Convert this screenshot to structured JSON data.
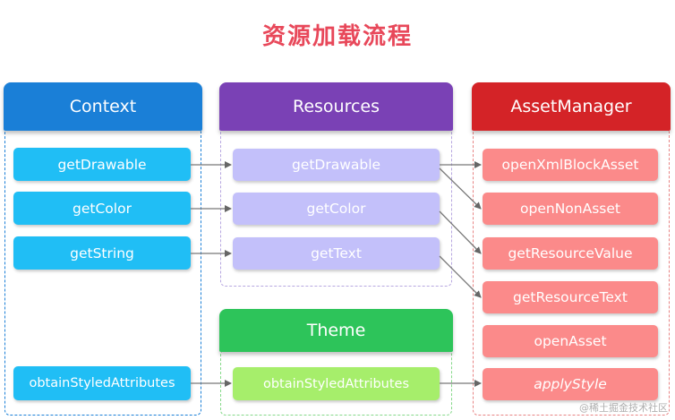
{
  "title": "资源加载流程",
  "colors": {
    "title": "#e8485a",
    "context": "#1a7fd7",
    "resources": "#7a41b5",
    "asset_manager": "#d42327",
    "theme": "#2dc45a"
  },
  "context": {
    "header": "Context",
    "items": [
      "getDrawable",
      "getColor",
      "getString"
    ],
    "obtain": "obtainStyledAttributes"
  },
  "resources": {
    "header": "Resources",
    "items": [
      "getDrawable",
      "getColor",
      "getText"
    ]
  },
  "theme": {
    "header": "Theme",
    "obtain": "obtainStyledAttributes"
  },
  "asset_manager": {
    "header": "AssetManager",
    "items": [
      "openXmlBlockAsset",
      "openNonAsset",
      "getResourceValue",
      "getResourceText",
      "openAsset",
      "applyStyle"
    ]
  },
  "watermark": "@稀土掘金技术社区"
}
